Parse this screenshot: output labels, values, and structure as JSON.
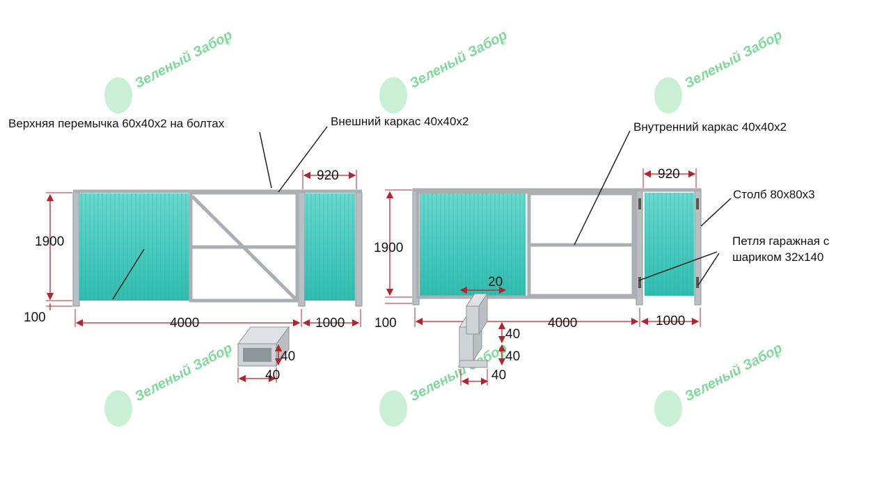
{
  "watermark": {
    "brand": "Зеленый Забор",
    "mark": "®"
  },
  "labels": {
    "top_crossbar": "Верхняя перемычка 60х40х2 на болтах",
    "outer_frame": "Внешний каркас 40х40х2",
    "inner_frame": "Внутренний каркас 40х40х2",
    "post": "Столб 80х80х3",
    "hinge_line1": "Петля гаражная с",
    "hinge_line2": "шариком 32х140"
  },
  "left_gate": {
    "dims": {
      "height": "1900",
      "gap": "100",
      "width": "4000",
      "wicket_width": "1000",
      "wicket_inner": "920"
    },
    "profile": {
      "w": "40",
      "h": "40"
    }
  },
  "right_gate": {
    "dims": {
      "height": "1900",
      "gap": "100",
      "width": "4000",
      "wicket_width": "1000",
      "wicket_inner": "920"
    },
    "profile": {
      "offset": "20",
      "h1": "40",
      "h2": "40",
      "w": "40"
    }
  },
  "colors": {
    "sheet": "#4fd0c4",
    "frame": "#a9afb3",
    "dimension": "#b3242b",
    "watermark": "#7ed99a"
  }
}
